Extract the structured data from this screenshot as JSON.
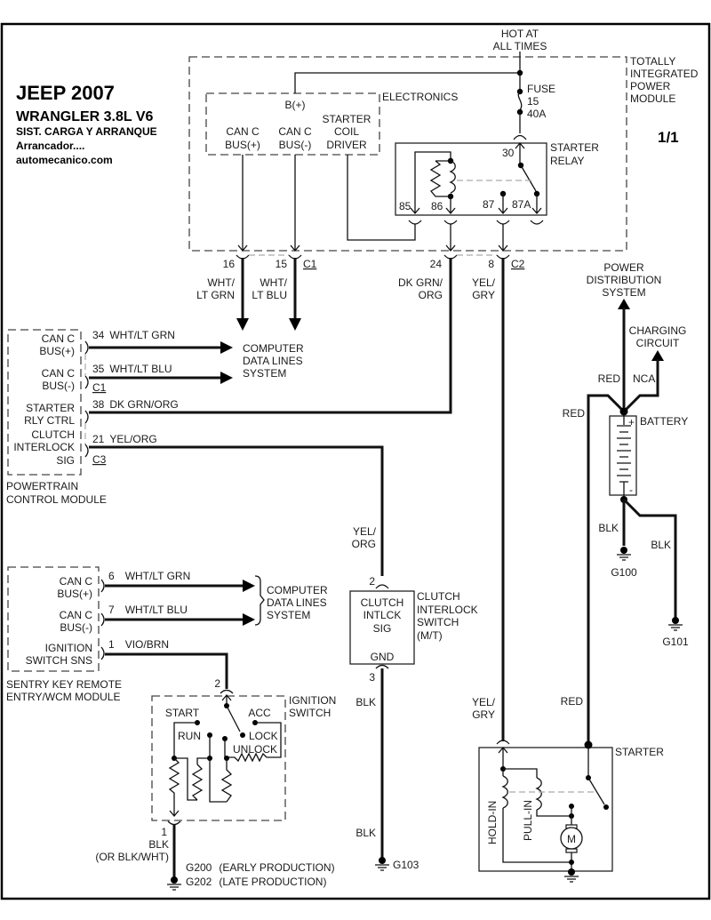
{
  "title": {
    "line1": "JEEP 2007",
    "line2": "WRANGLER  3.8L  V6",
    "line3": "SIST. CARGA Y ARRANQUE",
    "line4": "Arrancador....",
    "line5": "automecanico.com"
  },
  "page_indicator": "1/1",
  "hot_at_all_times": [
    "HOT AT",
    "ALL TIMES"
  ],
  "tipm": {
    "label": [
      "TOTALLY",
      "INTEGRATED",
      "POWER",
      "MODULE"
    ],
    "electronics_label": "ELECTRONICS",
    "b_plus": "B(+)",
    "can_bus_plus": [
      "CAN C",
      "BUS(+)"
    ],
    "can_bus_minus": [
      "CAN C",
      "BUS(-)"
    ],
    "starter_coil_driver": [
      "STARTER",
      "COIL",
      "DRIVER"
    ],
    "fuse": [
      "FUSE",
      "15",
      "40A"
    ],
    "relay_label": [
      "STARTER",
      "RELAY"
    ],
    "relay_pins": {
      "p30": "30",
      "p85": "85",
      "p86": "86",
      "p87": "87",
      "p87a": "87A"
    },
    "connector_pins": {
      "p16": "16",
      "p15": "15",
      "c1": "C1",
      "p24": "24",
      "p8": "8",
      "c2": "C2"
    }
  },
  "wires": {
    "wht_lt_grn": [
      "WHT/",
      "LT GRN"
    ],
    "wht_lt_blu": [
      "WHT/",
      "LT BLU"
    ],
    "dk_grn_org": [
      "DK GRN/",
      "ORG"
    ],
    "yel_gry": [
      "YEL/",
      "GRY"
    ],
    "yel_gry_lower": [
      "YEL/",
      "GRY"
    ],
    "yel_org": [
      "YEL/",
      "ORG"
    ],
    "blk_upper": "BLK",
    "blk_lower": "BLK",
    "red_lower": "RED",
    "red_batt_left": "RED",
    "red_batt_up": "RED",
    "nca": "NCA",
    "blk_g100": "BLK",
    "blk_g101": "BLK",
    "blk_ign": [
      "BLK",
      "(OR BLK/WHT)"
    ]
  },
  "computer_data_lines": [
    "COMPUTER",
    "DATA LINES",
    "SYSTEM"
  ],
  "pcm": {
    "label": [
      "POWERTRAIN",
      "CONTROL MODULE"
    ],
    "pins": [
      {
        "name": [
          "CAN C",
          "BUS(+)"
        ],
        "pin": "34",
        "wire": "WHT/LT GRN"
      },
      {
        "name": [
          "CAN C",
          "BUS(-)"
        ],
        "pin": "35",
        "wire": "WHT/LT BLU",
        "connector": "C1"
      },
      {
        "name": [
          "STARTER",
          "RLY CTRL"
        ],
        "pin": "38",
        "wire": "DK GRN/ORG"
      },
      {
        "name": [
          "CLUTCH",
          "INTERLOCK",
          "SIG"
        ],
        "pin": "21",
        "wire": "YEL/ORG",
        "connector": "C3"
      }
    ]
  },
  "skreem": {
    "label": [
      "SENTRY KEY REMOTE",
      "ENTRY/WCM MODULE"
    ],
    "pins": [
      {
        "name": [
          "CAN C",
          "BUS(+)"
        ],
        "pin": "6",
        "wire": "WHT/LT GRN"
      },
      {
        "name": [
          "CAN C",
          "BUS(-)"
        ],
        "pin": "7",
        "wire": "WHT/LT BLU"
      },
      {
        "name": [
          "IGNITION",
          "SWITCH SNS"
        ],
        "pin": "1",
        "wire": "VIO/BRN"
      }
    ]
  },
  "ignition_switch": {
    "label": [
      "IGNITION",
      "SWITCH"
    ],
    "positions": {
      "start": "START",
      "acc": "ACC",
      "run": "RUN",
      "lock": "LOCK",
      "unlock": "UNLOCK"
    },
    "pin_top": "2",
    "pin_bottom": "1"
  },
  "clutch_switch": {
    "label": [
      "CLUTCH",
      "INTERLOCK",
      "SWITCH",
      "(M/T)"
    ],
    "inner": [
      "CLUTCH",
      "INTLCK",
      "SIG"
    ],
    "gnd": "GND",
    "pin_top": "2",
    "pin_bottom": "3"
  },
  "power_distribution": [
    "POWER",
    "DISTRIBUTION",
    "SYSTEM"
  ],
  "charging_circuit": [
    "CHARGING",
    "CIRCUIT"
  ],
  "battery": {
    "label": "BATTERY",
    "plus": "+",
    "minus": "-"
  },
  "starter": {
    "label": "STARTER",
    "hold_in": "HOLD-IN",
    "pull_in": "PULL-IN",
    "motor": "M"
  },
  "grounds": {
    "g100": "G100",
    "g101": "G101",
    "g103": "G103",
    "g200": "G200",
    "g200_note": "(EARLY PRODUCTION)",
    "g202": "G202",
    "g202_note": "(LATE PRODUCTION)"
  }
}
